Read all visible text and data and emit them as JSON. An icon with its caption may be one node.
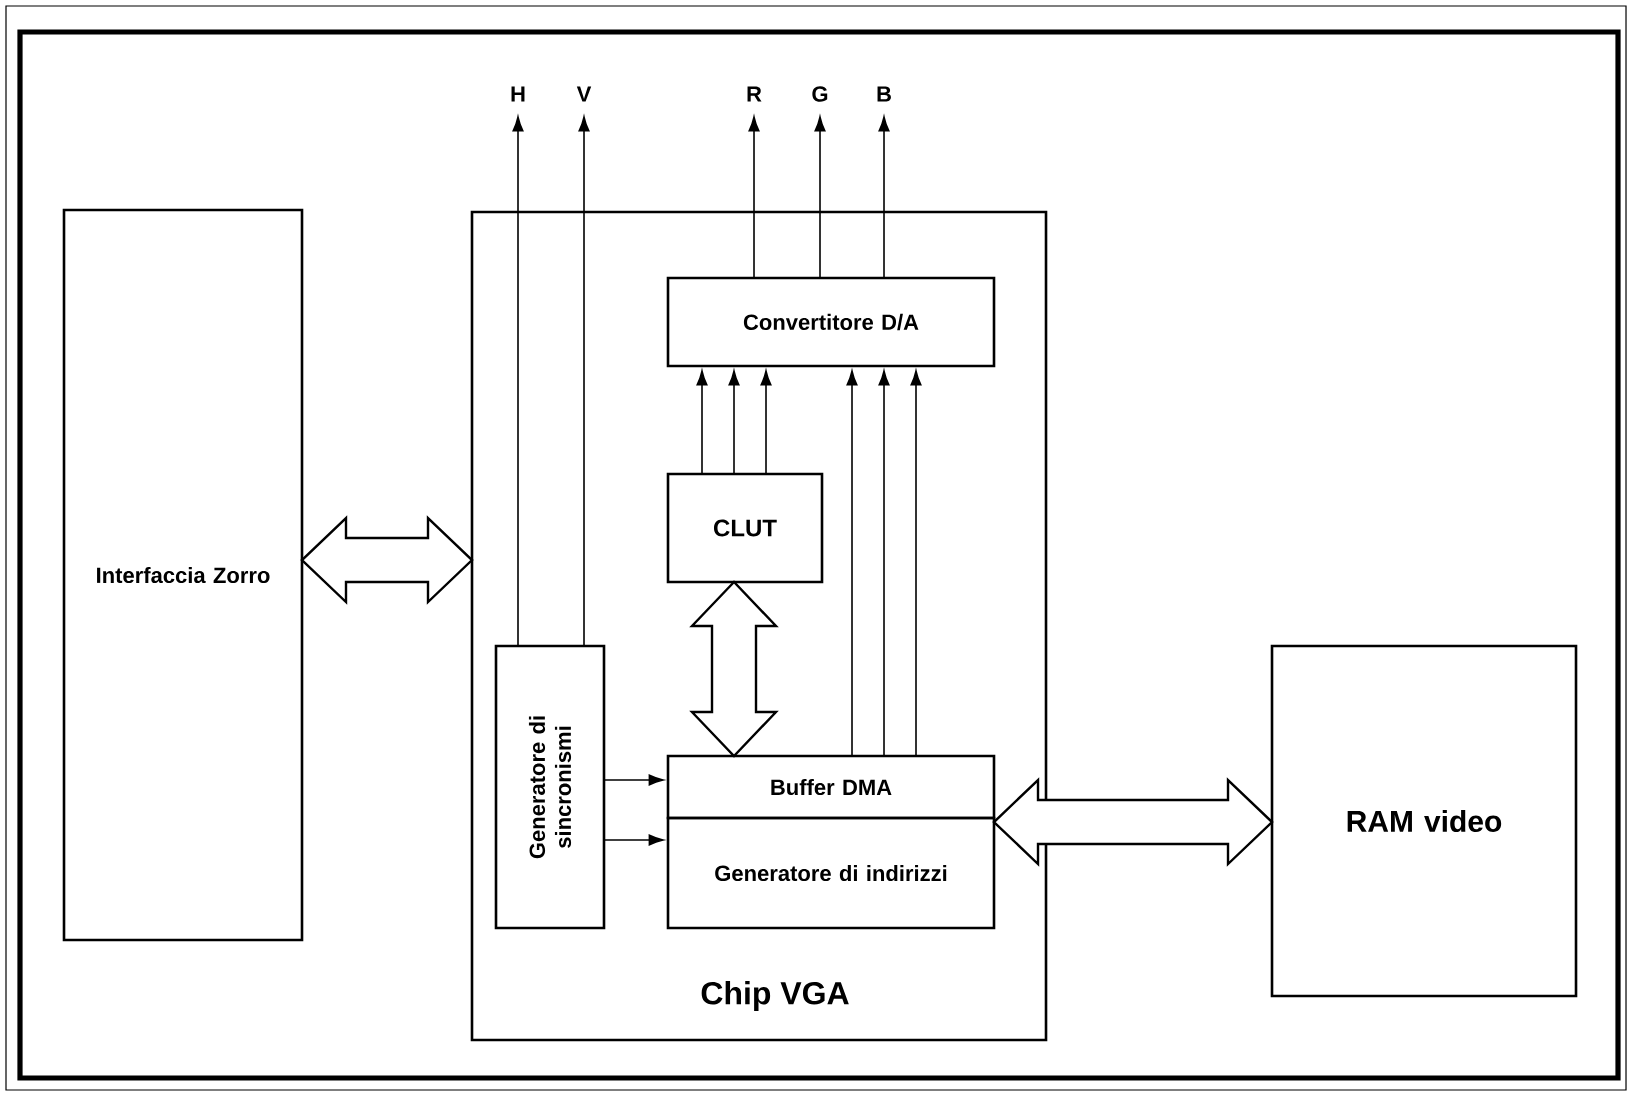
{
  "diagram": {
    "nodes": [
      {
        "text": [
          "Interfaccia Zorro"
        ]
      },
      {
        "text": [
          "Chip VGA"
        ]
      },
      {
        "text": [
          "Convertitore D/A"
        ],
        "in": 1
      },
      {
        "text": [
          "CLUT"
        ],
        "in": 1
      },
      {
        "text": [
          "Generatore di sincronismi"
        ],
        "in": 1
      },
      {
        "text": [
          "Buffer DMA"
        ],
        "in": 1
      },
      {
        "text": [
          "Generatore di indirizzi"
        ],
        "in": 1
      },
      {
        "text": [
          "RAM video"
        ]
      },
      {
        "text": [
          "H"
        ]
      },
      {
        "text": [
          "V"
        ]
      },
      {
        "text": [
          "R"
        ]
      },
      {
        "text": [
          "G"
        ]
      },
      {
        "text": [
          "B"
        ]
      }
    ],
    "edges": [
      {
        "from": 0,
        "to": 1,
        "arrow": "both",
        "style": "thick"
      },
      {
        "from": 3,
        "to": 5,
        "arrow": "both",
        "style": "thick"
      },
      {
        "from": 5,
        "to": 7,
        "arrow": "both",
        "style": "thick"
      },
      {
        "from": 3,
        "to": 2,
        "arrow": "to"
      },
      {
        "from": 3,
        "to": 2,
        "arrow": "to"
      },
      {
        "from": 3,
        "to": 2,
        "arrow": "to"
      },
      {
        "from": 5,
        "to": 2,
        "arrow": "to"
      },
      {
        "from": 5,
        "to": 2,
        "arrow": "to"
      },
      {
        "from": 5,
        "to": 2,
        "arrow": "to"
      },
      {
        "from": 2,
        "to": 10,
        "arrow": "to"
      },
      {
        "from": 2,
        "to": 11,
        "arrow": "to"
      },
      {
        "from": 2,
        "to": 12,
        "arrow": "to"
      },
      {
        "from": 4,
        "to": 8,
        "arrow": "to"
      },
      {
        "from": 4,
        "to": 9,
        "arrow": "to"
      },
      {
        "from": 4,
        "to": 5,
        "arrow": "to"
      },
      {
        "from": 4,
        "to": 6,
        "arrow": "to"
      }
    ]
  }
}
